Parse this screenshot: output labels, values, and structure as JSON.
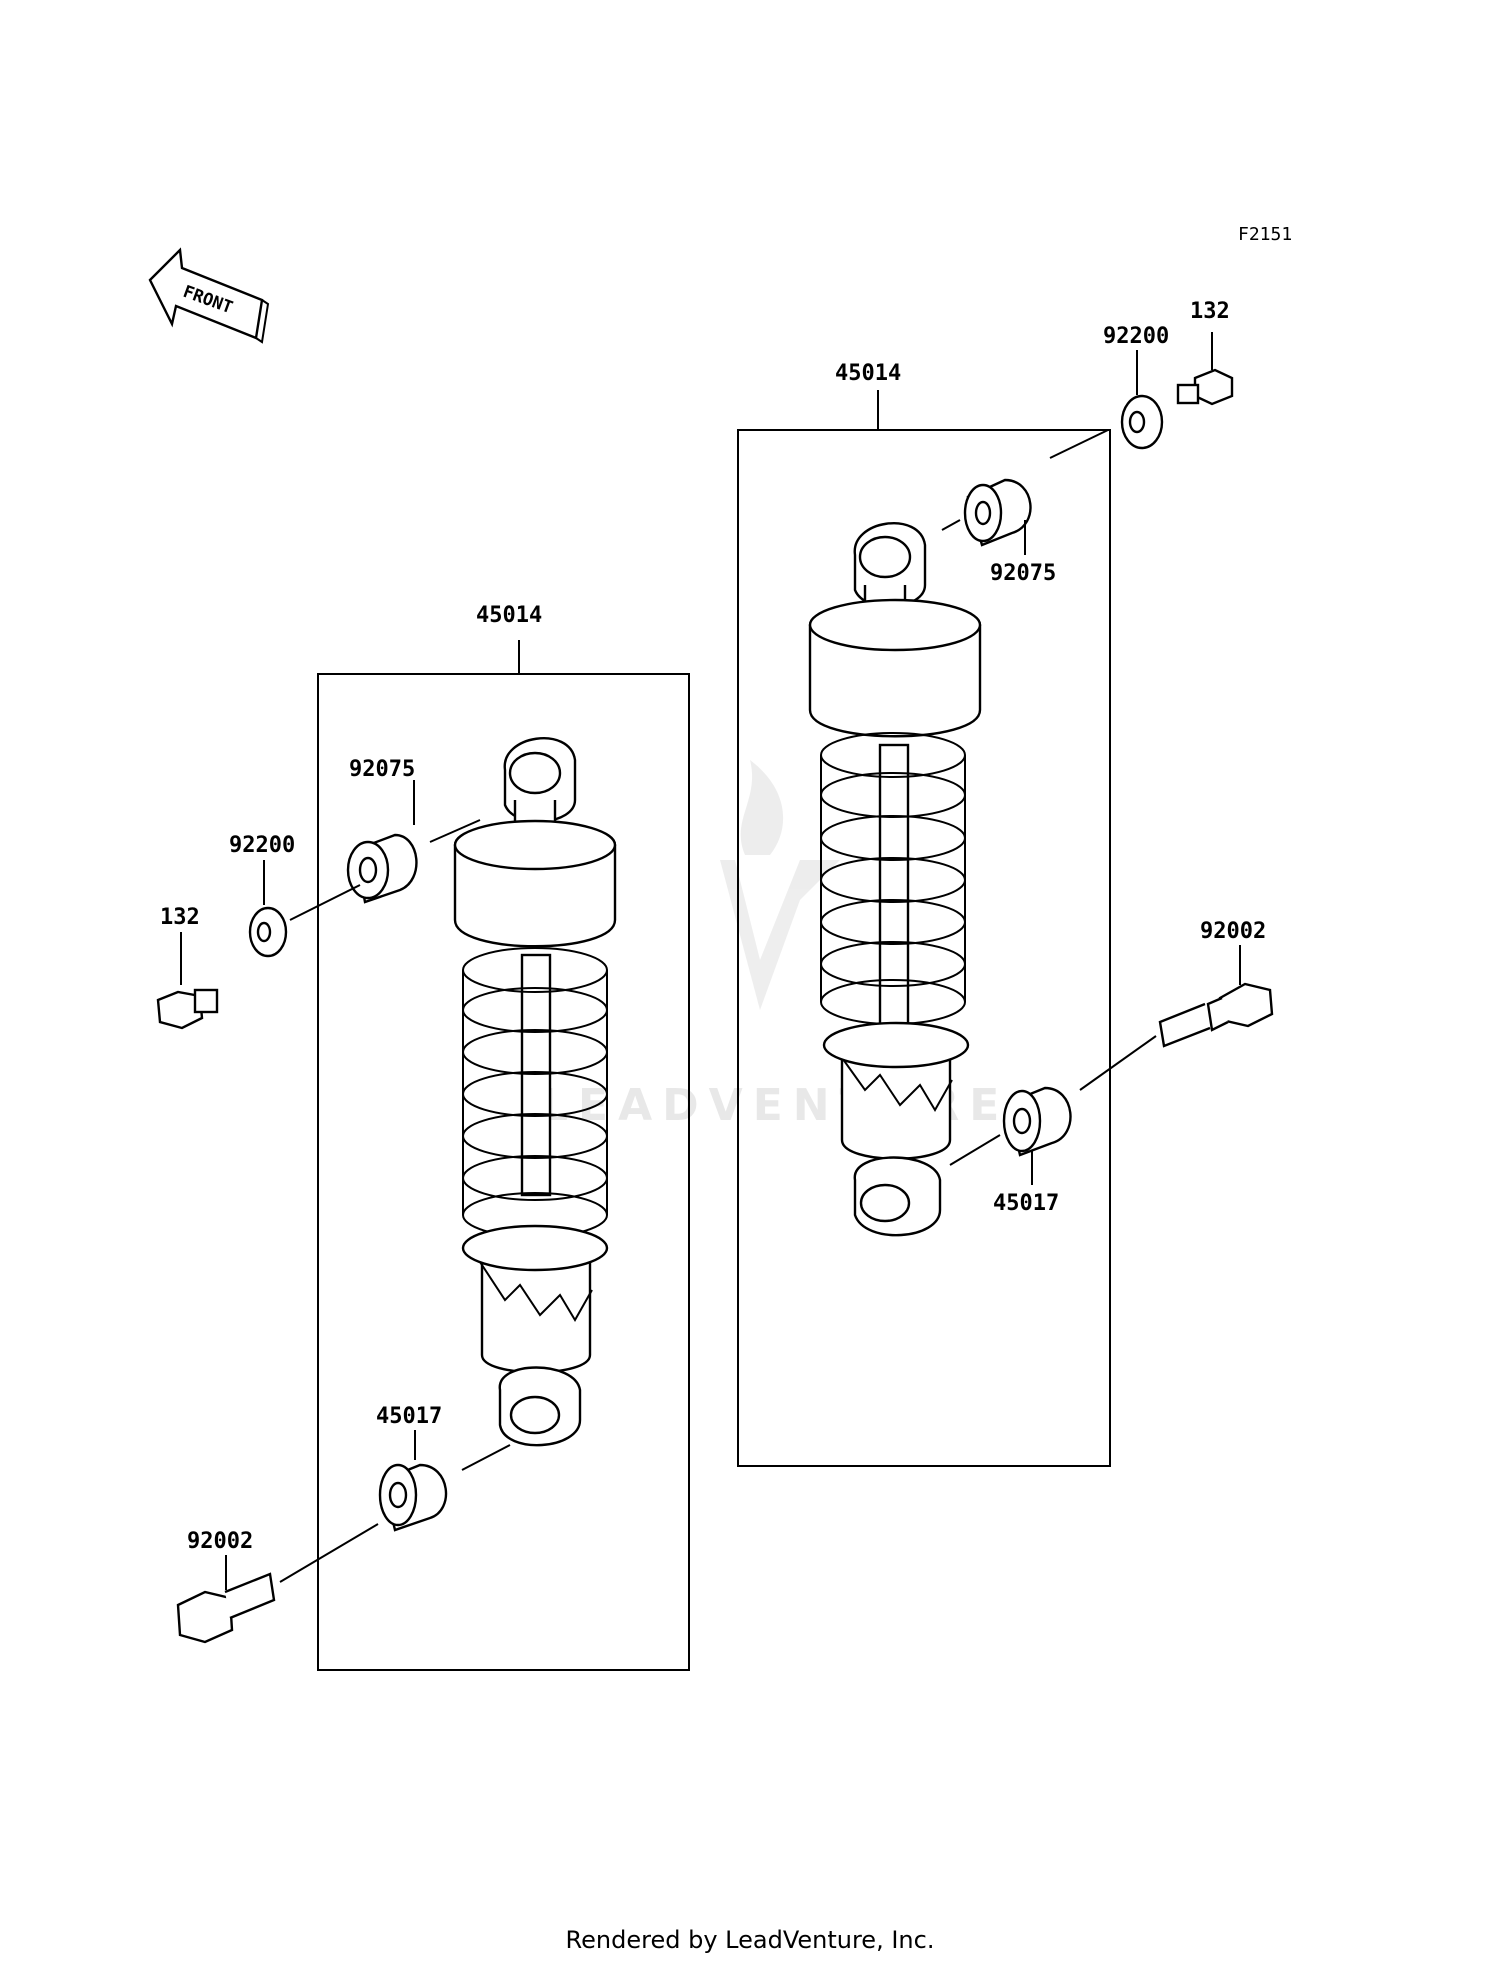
{
  "diagram_id": "F2151",
  "front_label": "FRONT",
  "watermark": "LEADVENTURE",
  "footer": "Rendered by LeadVenture, Inc.",
  "callouts": {
    "left_shock": "45014",
    "left_top_bushing": "92075",
    "left_washer": "92200",
    "left_bolt_small": "132",
    "left_bottom_bushing": "45017",
    "left_bottom_bolt": "92002",
    "right_shock": "45014",
    "right_washer": "92200",
    "right_bolt_small": "132",
    "right_top_bushing": "92075",
    "right_bottom_bolt": "92002",
    "right_bottom_bushing": "45017"
  }
}
